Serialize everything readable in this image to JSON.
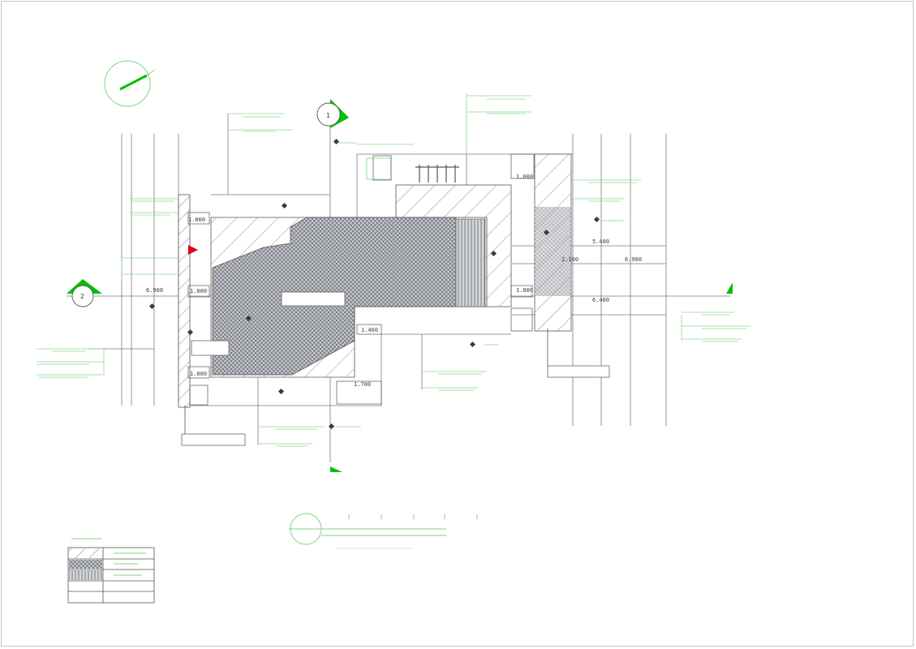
{
  "drawing": {
    "title": "",
    "dimensions": {
      "d_top_left": "1.000",
      "d_top_right_box": "1.000",
      "d_left_axis": "6.900",
      "d_left_inner": "1.000",
      "d_bottom_left": "1.000",
      "d_bottom_mid": "1.700",
      "d_mid_right": "1.460",
      "d_right_a": "5.400",
      "d_right_b": "2.100",
      "d_right_c": "6.900",
      "d_right_d": "1.000",
      "d_right_e": "6.400"
    },
    "labels": {
      "center_tag": "",
      "left_callout": "",
      "bottom_callout": "",
      "right_callout": ""
    },
    "colors": {
      "ink": "#3a3a3a",
      "leader_green": "#7fd37f",
      "accent_green": "#00c000",
      "marker_red": "#e0001a",
      "hatch_gray": "#9a9da3",
      "cross_gray": "#7c7f86"
    },
    "legend": {
      "title": "",
      "rows": [
        "",
        "",
        "",
        ""
      ]
    }
  }
}
